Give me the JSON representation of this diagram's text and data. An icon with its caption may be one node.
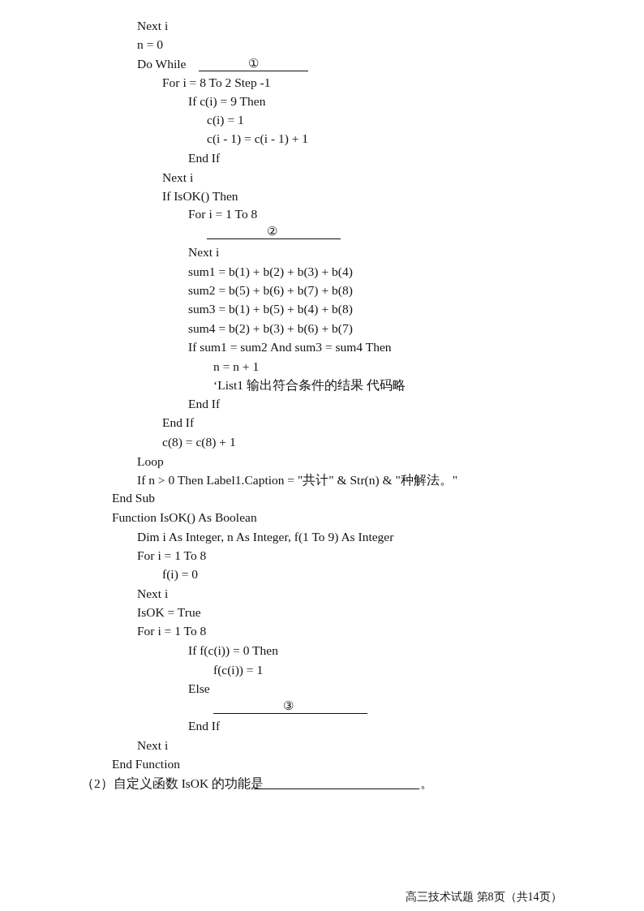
{
  "diagram": {
    "labels": [
      "Next i",
      "n = 0",
      "Do While",
      "①",
      "For i = 8 To 2 Step -1",
      "If c(i) = 9 Then",
      "c(i) = 1",
      "c(i - 1) = c(i - 1) + 1",
      "End If",
      "Next i",
      "If IsOK() Then",
      "For i = 1 To 8",
      "②",
      "Next i",
      "sum1 = b(1) + b(2) + b(3) + b(4)",
      "sum2 = b(5) + b(6) + b(7) + b(8)",
      "sum3 = b(1) + b(5) + b(4) + b(8)",
      "sum4 = b(2) + b(3) + b(6) + b(7)",
      "If sum1 = sum2 And sum3 = sum4 Then",
      "n = n + 1",
      "‘List1 输出符合条件的结果 代码略",
      "End If",
      "End If",
      "c(8) = c(8) + 1",
      "Loop",
      "If n > 0 Then Label1.Caption = \"共计\" & Str(n) & \"种解法。\"",
      "End Sub",
      "Function IsOK() As Boolean",
      "Dim i As Integer, n As Integer, f(1 To 9) As Integer",
      "For i = 1 To 8",
      "f(i) = 0",
      "Next i",
      "IsOK = True",
      "For i = 1 To 8",
      "If f(c(i)) = 0 Then",
      "f(c(i)) = 1",
      "Else",
      "③",
      "End If",
      "Next i",
      "End Function",
      "（2）自定义函数 IsOK 的功能是",
      "。",
      "高三技术试题 第8页（共14页）"
    ]
  }
}
